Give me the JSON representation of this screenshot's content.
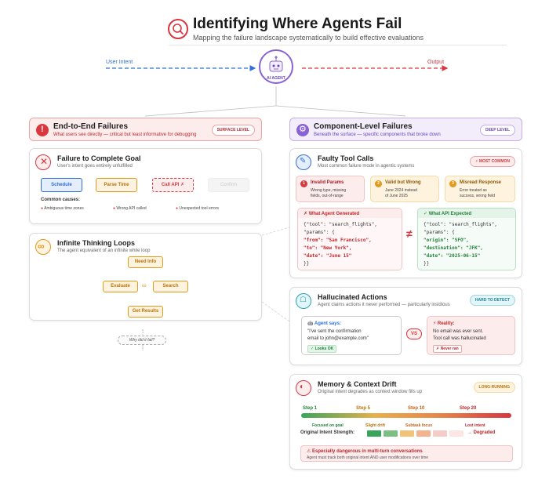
{
  "header": {
    "title": "Identifying Where Agents Fail",
    "subtitle": "Mapping the failure landscape systematically to build effective evaluations"
  },
  "flow": {
    "input_label": "User Intent",
    "output_label": "Output",
    "agent_label": "AI AGENT"
  },
  "left_section": {
    "title": "End-to-End Failures",
    "subtitle": "What users see directly — critical but least informative for debugging",
    "badge": "SURFACE LEVEL"
  },
  "right_section": {
    "title": "Component-Level Failures",
    "subtitle": "Beneath the surface — specific components that broke down",
    "badge": "DEEP LEVEL"
  },
  "goal_card": {
    "title": "Failure to Complete Goal",
    "subtitle": "User's intent goes entirely unfulfilled",
    "steps": [
      "Schedule",
      "Parse Time",
      "Call API ✗",
      "Confirm"
    ],
    "causes_label": "Common causes:",
    "causes": [
      "Ambiguous time zones",
      "Wrong API called",
      "Unexpected tool errors"
    ]
  },
  "loop_card": {
    "title": "Infinite Thinking Loops",
    "subtitle": "The agent equivalent of an infinite while loop",
    "nodes": [
      "Need Info",
      "Evaluate",
      "Search",
      "Get Results"
    ],
    "infinity": "∞",
    "question": "Why did it fail?"
  },
  "tool_card": {
    "title": "Faulty Tool Calls",
    "subtitle": "Most common failure mode in agentic systems",
    "badge": "⚡ MOST COMMON",
    "types": [
      {
        "num": "1",
        "title": "Invalid Params",
        "lines": [
          "Wrong type, missing",
          "fields, out-of-range"
        ]
      },
      {
        "num": "2",
        "title": "Valid but Wrong",
        "lines": [
          "June 2024 instead",
          "of June 2025"
        ]
      },
      {
        "num": "3",
        "title": "Misread Response",
        "lines": [
          "Error treated as",
          "success, wrong field"
        ]
      }
    ],
    "generated_title": "What Agent Generated",
    "expected_title": "What API Expected",
    "neq": "≠",
    "generated_code": [
      {
        "text": "{\"tool\": \"search_flights\",",
        "style": "key"
      },
      {
        "text": "\"params\": {",
        "style": "key"
      },
      {
        "text": "\"from\": \"San Francisco\",",
        "style": "bad"
      },
      {
        "text": "\"to\": \"New York\",",
        "style": "bad"
      },
      {
        "text": "\"date\": \"June 15\"",
        "style": "bad"
      },
      {
        "text": "}}",
        "style": "key"
      }
    ],
    "expected_code": [
      {
        "text": "{\"tool\": \"search_flights\",",
        "style": "key"
      },
      {
        "text": "\"params\": {",
        "style": "key"
      },
      {
        "text": "\"origin\": \"SFO\",",
        "style": "good"
      },
      {
        "text": "\"destination\": \"JFK\",",
        "style": "good"
      },
      {
        "text": "\"date\": \"2025-06-15\"",
        "style": "good"
      },
      {
        "text": "}}",
        "style": "key"
      }
    ]
  },
  "halluc_card": {
    "title": "Hallucinated Actions",
    "subtitle": "Agent claims actions it never performed — particularly insidious",
    "badge": "HARD TO DETECT",
    "agent_says_label": "🤖 Agent says:",
    "agent_says_lines": [
      "\"I've sent the confirmation",
      "email to john@example.com\""
    ],
    "agent_tag": "✓ Looks OK",
    "vs": "VS",
    "reality_label": "⚡ Reality:",
    "reality_lines": [
      "No email was ever sent.",
      "Tool call was hallucinated"
    ],
    "reality_tag": "✗ Never ran"
  },
  "memory_card": {
    "title": "Memory & Context Drift",
    "subtitle": "Original intent degrades as context window fills up",
    "badge": "LONG-RUNNING",
    "steps": [
      "Step 1",
      "Step 5",
      "Step 10",
      "Step 20"
    ],
    "stages": [
      "Focused on goal",
      "Slight drift",
      "Subtask focus",
      "Lost intent"
    ],
    "strength_label": "Original Intent Strength:",
    "degraded": "→ Degraded",
    "warning_title": "⚠ Especially dangerous in multi-turn conversations",
    "warning_sub": "Agent must track both original intent AND user modifications over time"
  },
  "colors": {
    "red": "#d9363e",
    "blue": "#2f6fd6",
    "purple": "#8a63d2",
    "orange": "#e39a1c",
    "green": "#2e9a4b"
  }
}
